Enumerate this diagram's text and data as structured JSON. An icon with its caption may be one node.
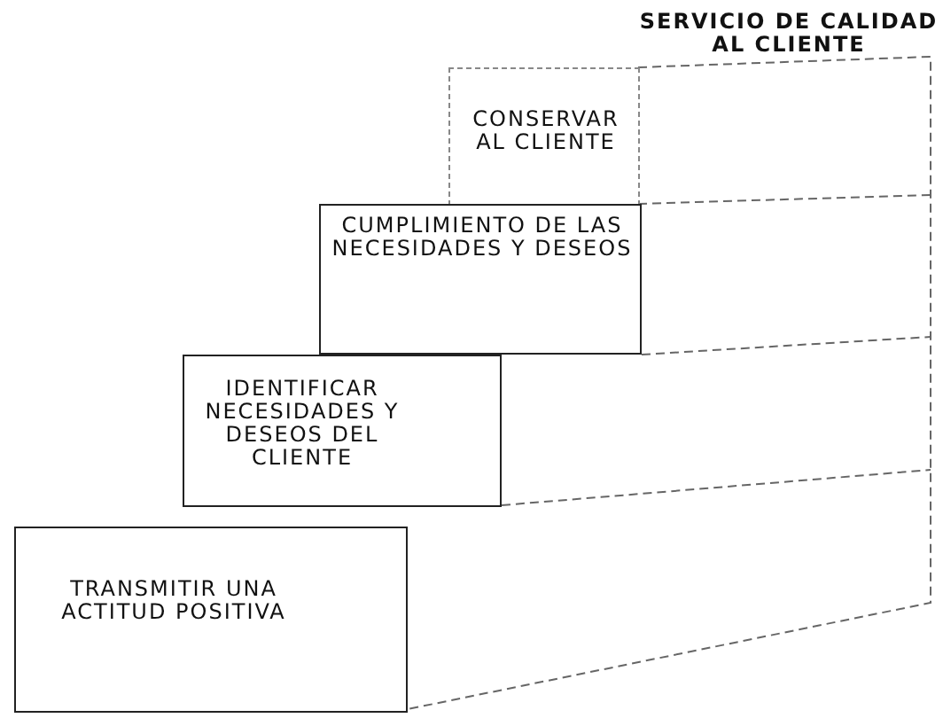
{
  "diagram": {
    "title": "SERVICIO DE CALIDAD AL CLIENTE",
    "nodes": [
      {
        "text": [
          "CONSERVAR AL CLIENTE"
        ]
      },
      {
        "text": [
          "CUMPLIMIENTO DE LAS NECESIDADES Y DESEOS"
        ]
      },
      {
        "text": [
          "IDENTIFICAR NECESIDADES Y DESEOS DEL CLIENTE"
        ]
      },
      {
        "text": [
          "TRANSMITIR UNA ACTITUD POSITIVA"
        ]
      }
    ],
    "edges": []
  }
}
